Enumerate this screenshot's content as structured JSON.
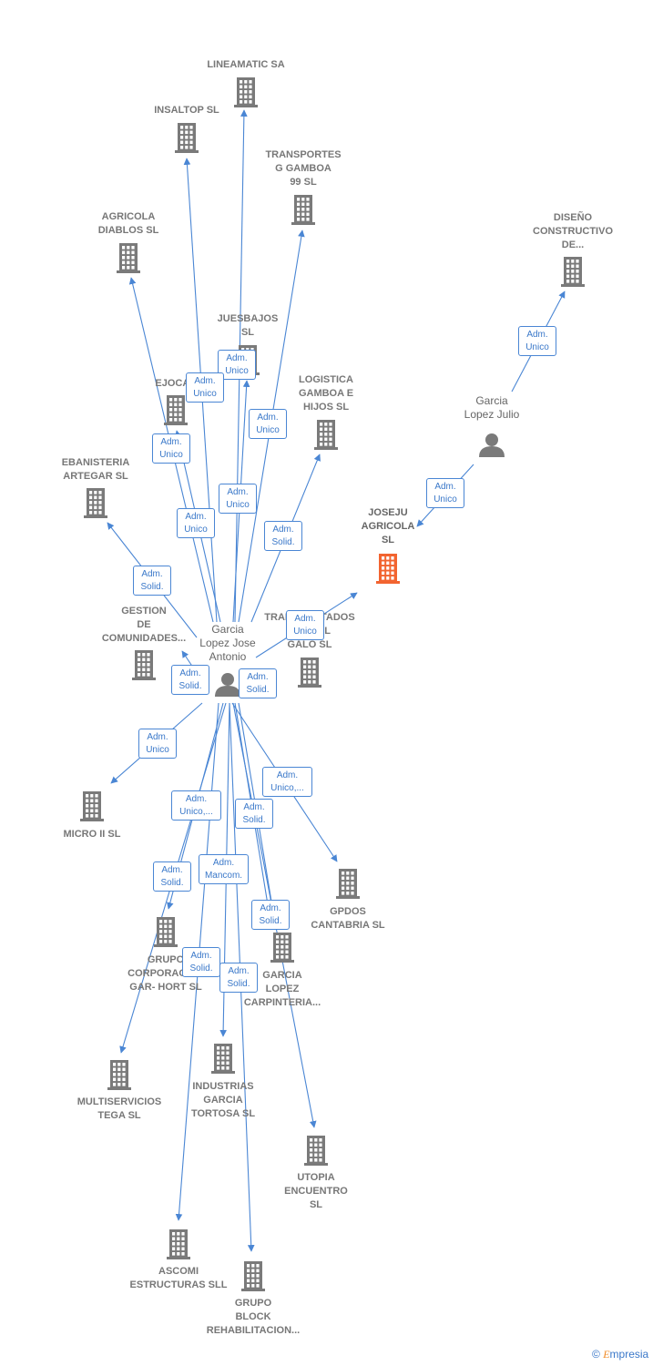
{
  "companies": [
    {
      "id": "lineamatic",
      "label": "LINEAMATIC SA"
    },
    {
      "id": "insaltop",
      "label": "INSALTOP SL"
    },
    {
      "id": "transportes_gamboa",
      "label": "TRANSPORTES\nG GAMBOA\n99  SL"
    },
    {
      "id": "agricola_diablos",
      "label": "AGRICOLA\nDIABLOS SL"
    },
    {
      "id": "diseno",
      "label": "DISEÑO\nCONSTRUCTIVO\nDE..."
    },
    {
      "id": "juesbajos",
      "label": "JUESBAJOS\nSL"
    },
    {
      "id": "ejocap",
      "label": "EJOCAP"
    },
    {
      "id": "logistica",
      "label": "LOGISTICA\nGAMBOA E\nHIJOS  SL"
    },
    {
      "id": "ebanisteria",
      "label": "EBANISTERIA\nARTEGAR  SL"
    },
    {
      "id": "joseju",
      "label": "JOSEJU\nAGRICOLA\nSL"
    },
    {
      "id": "gestion",
      "label": "GESTION\nDE\nCOMUNIDADES..."
    },
    {
      "id": "transportados",
      "label": "TRANSPORTADOS\nDEL VAL\nGALO SL"
    },
    {
      "id": "micro",
      "label": "MICRO II SL"
    },
    {
      "id": "gpdos",
      "label": "GPDOS\nCANTABRIA SL"
    },
    {
      "id": "grupo_corp",
      "label": "GRUPO\nCORPORACION\nGAR- HORT  SL"
    },
    {
      "id": "garcia_lopez_carp",
      "label": "GARCIA\nLOPEZ\nCARPINTERIA..."
    },
    {
      "id": "multiservicios",
      "label": "MULTISERVICIOS\nTEGA  SL"
    },
    {
      "id": "industrias",
      "label": "INDUSTRIAS\nGARCIA\nTORTOSA SL"
    },
    {
      "id": "utopia",
      "label": "UTOPIA\nENCUENTRO\nSL"
    },
    {
      "id": "ascomi",
      "label": "ASCOMI\nESTRUCTURAS SLL"
    },
    {
      "id": "grupo_block",
      "label": "GRUPO\nBLOCK\nREHABILITACION..."
    }
  ],
  "persons": [
    {
      "id": "garcia_jose",
      "label": "Garcia\nLopez Jose\nAntonio"
    },
    {
      "id": "garcia_julio",
      "label": "Garcia\nLopez Julio"
    }
  ],
  "roles": [
    "Adm.\nUnico",
    "Adm.\nUnico",
    "Adm.\nUnico",
    "Adm.\nUnico",
    "Adm.\nUnico",
    "Adm.\nUnico",
    "Adm.\nUnico",
    "Adm.\nSolid.",
    "Adm.\nSolid.",
    "Adm.\nUnico",
    "Adm.\nUnico",
    "Adm.\nUnico",
    "Adm.\nUnico,...",
    "Adm.\nUnico,...",
    "Adm.\nSolid.",
    "Adm.\nMancom.",
    "Adm.\nSolid.",
    "Adm.\nSolid.",
    "Adm.\nSolid.",
    "Adm.\nSolid.",
    "Adm.\nSolid.",
    "Adm.\nSolid."
  ],
  "footer": {
    "copyright": "©",
    "brand_initial": "E",
    "brand_rest": "mpresia"
  },
  "colors": {
    "edge": "#4a86d4",
    "node": "#7a7a7a",
    "focus": "#f26430"
  }
}
